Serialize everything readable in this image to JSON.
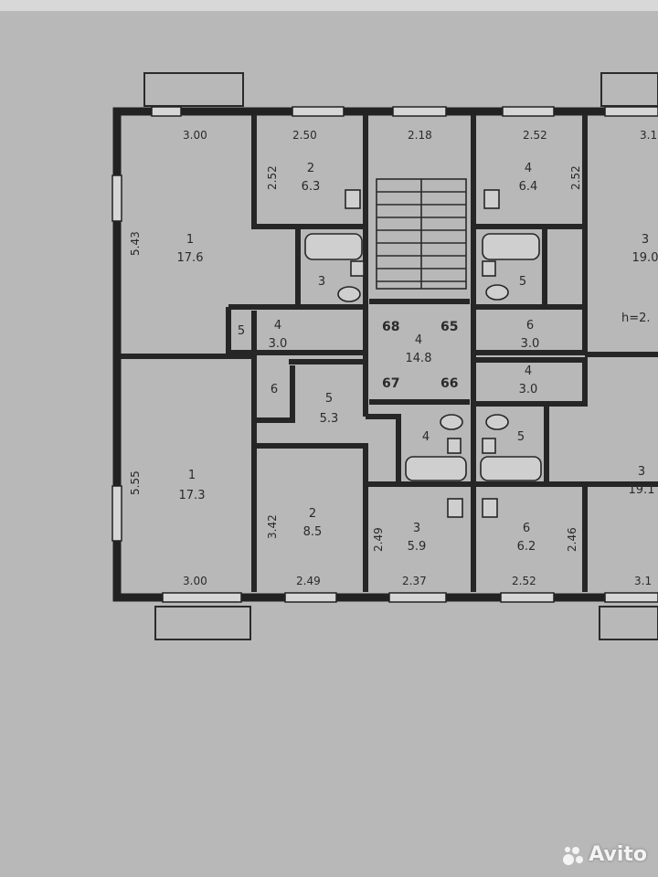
{
  "dims": {
    "top": [
      "3.00",
      "2.50",
      "2.18",
      "2.52",
      "3.1"
    ],
    "bottom": [
      "3.00",
      "2.49",
      "2.37",
      "2.52",
      "3.1"
    ],
    "left_upper": "5.43",
    "left_lower": "5.55",
    "r2_top_side": "2.52",
    "r4_top_side": "2.52",
    "r2_bot_side": "3.42",
    "r3_bot_side": "2.49",
    "r6_bot_side": "2.46"
  },
  "rooms": [
    {
      "num": "1",
      "area": "17.6"
    },
    {
      "num": "2",
      "area": "6.3"
    },
    {
      "num": "3",
      "area": ""
    },
    {
      "num": "4",
      "area": "3.0"
    },
    {
      "num": "5",
      "area": ""
    },
    {
      "num": "4",
      "area": "14.8"
    },
    {
      "num": "4",
      "area": "6.4"
    },
    {
      "num": "5",
      "area": ""
    },
    {
      "num": "6",
      "area": "3.0"
    },
    {
      "num": "3",
      "area": "19.0"
    },
    {
      "num": "1",
      "area": "17.3"
    },
    {
      "num": "6",
      "area": ""
    },
    {
      "num": "5",
      "area": "5.3"
    },
    {
      "num": "2",
      "area": "8.5"
    },
    {
      "num": "3",
      "area": "5.9"
    },
    {
      "num": "4",
      "area": ""
    },
    {
      "num": "4",
      "area": "3.0"
    },
    {
      "num": "5",
      "area": ""
    },
    {
      "num": "6",
      "area": "6.2"
    },
    {
      "num": "3",
      "area": "19.1"
    }
  ],
  "apartments": [
    "68",
    "65",
    "67",
    "66"
  ],
  "height_note": "h=2.",
  "watermark": "Avito"
}
